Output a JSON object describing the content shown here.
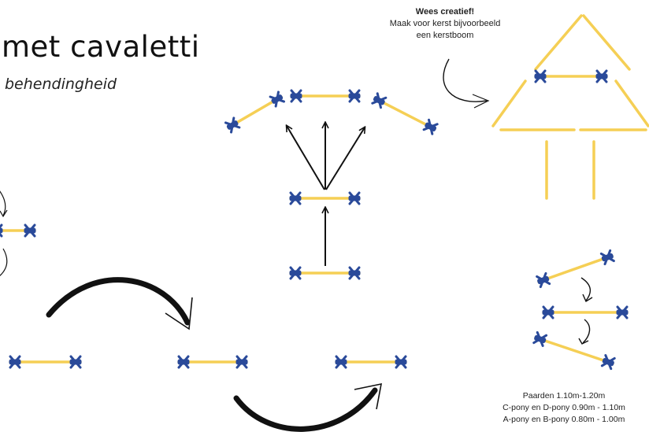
{
  "header": {
    "title": "met cavaletti",
    "subtitle": "behendingheid"
  },
  "callout": {
    "heading": "Wees creatief!",
    "line1": "Maak voor kerst bijvoorbeeld",
    "line2": "een kerstboom"
  },
  "heights": {
    "line1": "Paarden 1.10m-1.20m",
    "line2": "C-pony en D-pony 0.90m - 1.10m",
    "line3": "A-pony en B-pony 0.80m - 1.00m"
  },
  "colors": {
    "pole": "#f5cf55",
    "block": "#2a4a9a",
    "line": "#111111"
  }
}
